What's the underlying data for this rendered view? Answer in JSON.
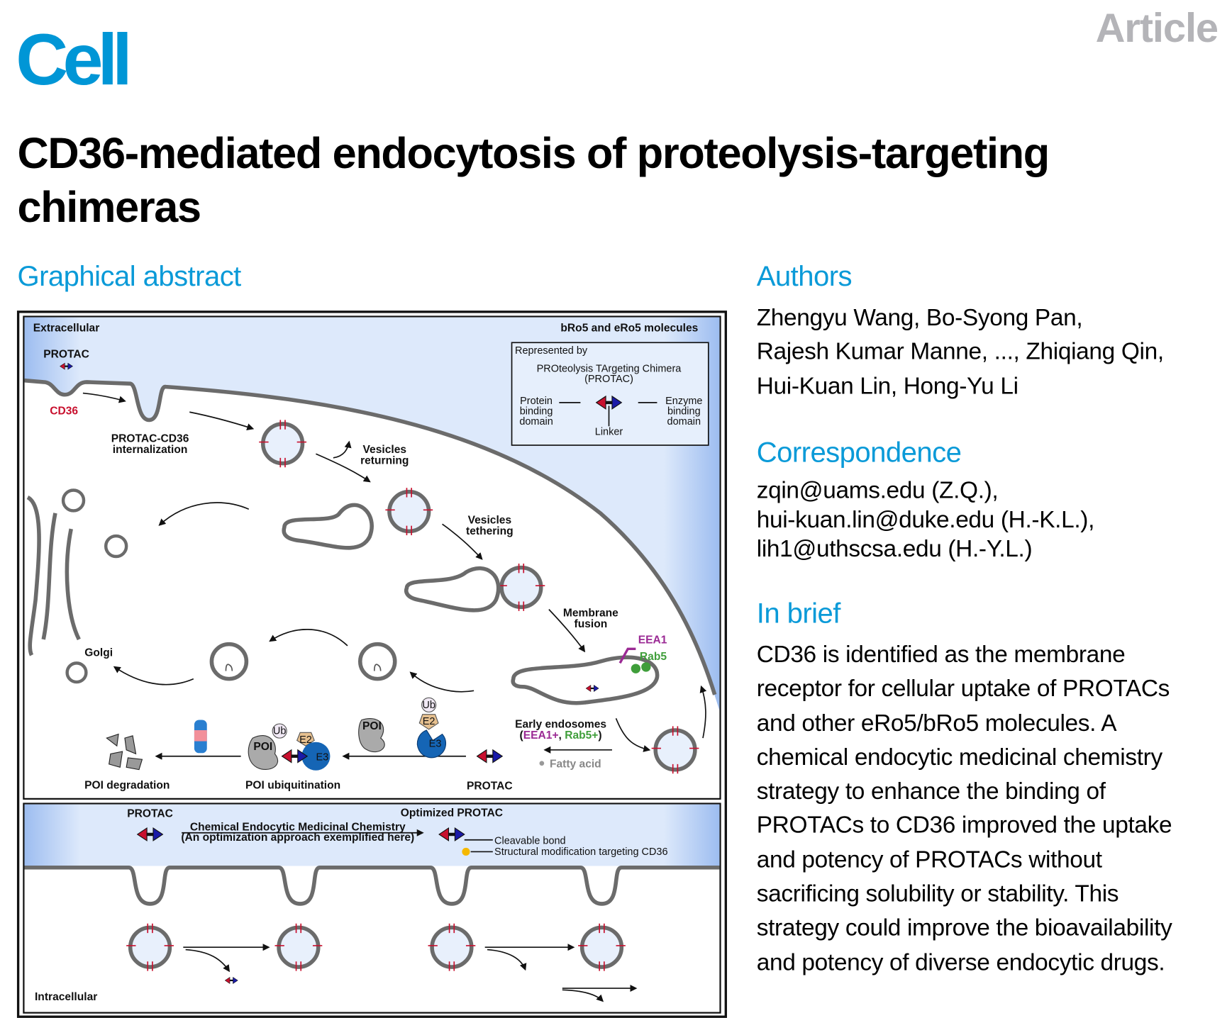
{
  "header": {
    "journal": "Cell",
    "article_type": "Article"
  },
  "title": "CD36-mediated endocytosis of proteolysis-targeting chimeras",
  "sections": {
    "graphical_abstract": "Graphical abstract",
    "authors": "Authors",
    "correspondence": "Correspondence",
    "in_brief": "In brief"
  },
  "authors": [
    "Zhengyu Wang, Bo-Syong Pan,",
    "Rajesh Kumar Manne, ..., Zhiqiang Qin,",
    "Hui-Kuan Lin, Hong-Yu Li"
  ],
  "correspondence": [
    "zqin@uams.edu (Z.Q.),",
    "hui-kuan.lin@duke.edu (H.-K.L.),",
    "lih1@uthscsa.edu (H.-Y.L.)"
  ],
  "in_brief": [
    "CD36 is identified as the membrane",
    "receptor for cellular uptake of PROTACs",
    "and other eRo5/bRo5 molecules. A",
    "chemical endocytic medicinal chemistry",
    "strategy to enhance the binding of",
    "PROTACs to CD36 improved the uptake",
    "and potency of PROTACs without",
    "sacrificing solubility or stability. This",
    "strategy could improve the bioavailability",
    "and potency of diverse endocytic drugs."
  ],
  "figure": {
    "extracellular": "Extracellular",
    "molecules": "bRo5 and eRo5 molecules",
    "legend": {
      "represented_by": "Represented by",
      "name1": "PROteolysis TArgeting Chimera",
      "name2": "(PROTAC)",
      "protein": [
        "Protein",
        "binding",
        "domain"
      ],
      "enzyme": [
        "Enzyme",
        "binding",
        "domain"
      ],
      "linker": "Linker"
    },
    "protac": "PROTAC",
    "cd36": "CD36",
    "internalization": [
      "PROTAC-CD36",
      "internalization"
    ],
    "returning": [
      "Vesicles",
      "returning"
    ],
    "tethering": [
      "Vesicles",
      "tethering"
    ],
    "fusion": [
      "Membrane",
      "fusion"
    ],
    "eea1": "EEA1",
    "rab5": "Rab5",
    "golgi": "Golgi",
    "early_endosomes": "Early endosomes",
    "ee_paren_open": "(",
    "ee_eea1": "EEA1+",
    "ee_comma": ", ",
    "ee_rab5": "Rab5+",
    "ee_paren_close": ")",
    "fatty_acid": "Fatty acid",
    "protac_bottom": "PROTAC",
    "poi": "POI",
    "ub": "Ub",
    "e2": "E2",
    "e3": "E3",
    "poi_ubiquitination": "POI ubiquitination",
    "poi_degradation": "POI degradation",
    "lower": {
      "protac": "PROTAC",
      "optimized": "Optimized PROTAC",
      "approach1": "Chemical Endocytic Medicinal Chemistry",
      "approach2": "(An optimization approach exemplified here)",
      "cleavable": "Cleavable bond",
      "structural": "Structural modification targeting CD36",
      "intracellular": "Intracellular"
    },
    "colors": {
      "red": "#c8102e",
      "blue": "#1a1aa8",
      "purple": "#9b2a94",
      "green": "#3f9e3a",
      "membrane": "#666666",
      "sky": "#dde9fb"
    }
  }
}
